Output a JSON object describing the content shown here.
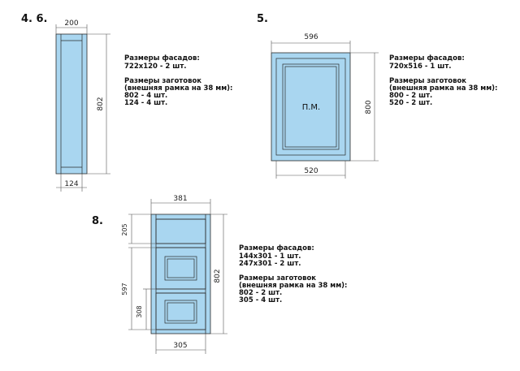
{
  "item_4": {
    "header": "4.  6.",
    "dim_top": "200",
    "dim_right": "802",
    "dim_bottom": "124",
    "notes": [
      "Размеры фасадов:",
      "722x120 - 2 шт.",
      "",
      "Размеры заготовок",
      "(внешняя рамка на 38 мм):",
      "802 - 4 шт.",
      "124 - 4 шт."
    ]
  },
  "item_5": {
    "header": "5.",
    "dim_top": "596",
    "dim_right": "800",
    "dim_bottom": "520",
    "panel_label": "П.М.",
    "notes": [
      "Размеры фасадов:",
      "720x516 - 1 шт.",
      "",
      "Размеры заготовок",
      "(внешняя рамка на 38 мм):",
      "800 - 2 шт.",
      "520 - 2 шт."
    ]
  },
  "item_8": {
    "header": "8.",
    "dim_top": "381",
    "dim_left_top": "205",
    "dim_left_main": "597",
    "dim_left_inner": "308",
    "dim_right": "802",
    "dim_bottom": "305",
    "notes": [
      "Размеры фасадов:",
      "144x301 - 1 шт.",
      "247x301 - 2 шт.",
      "",
      "Размеры заготовок",
      "(внешняя рамка на 38 мм):",
      "802 - 2 шт.",
      "305 - 4 шт."
    ]
  },
  "colors": {
    "panel_fill": "#a9d6f0",
    "outline": "#2a2a2a"
  }
}
